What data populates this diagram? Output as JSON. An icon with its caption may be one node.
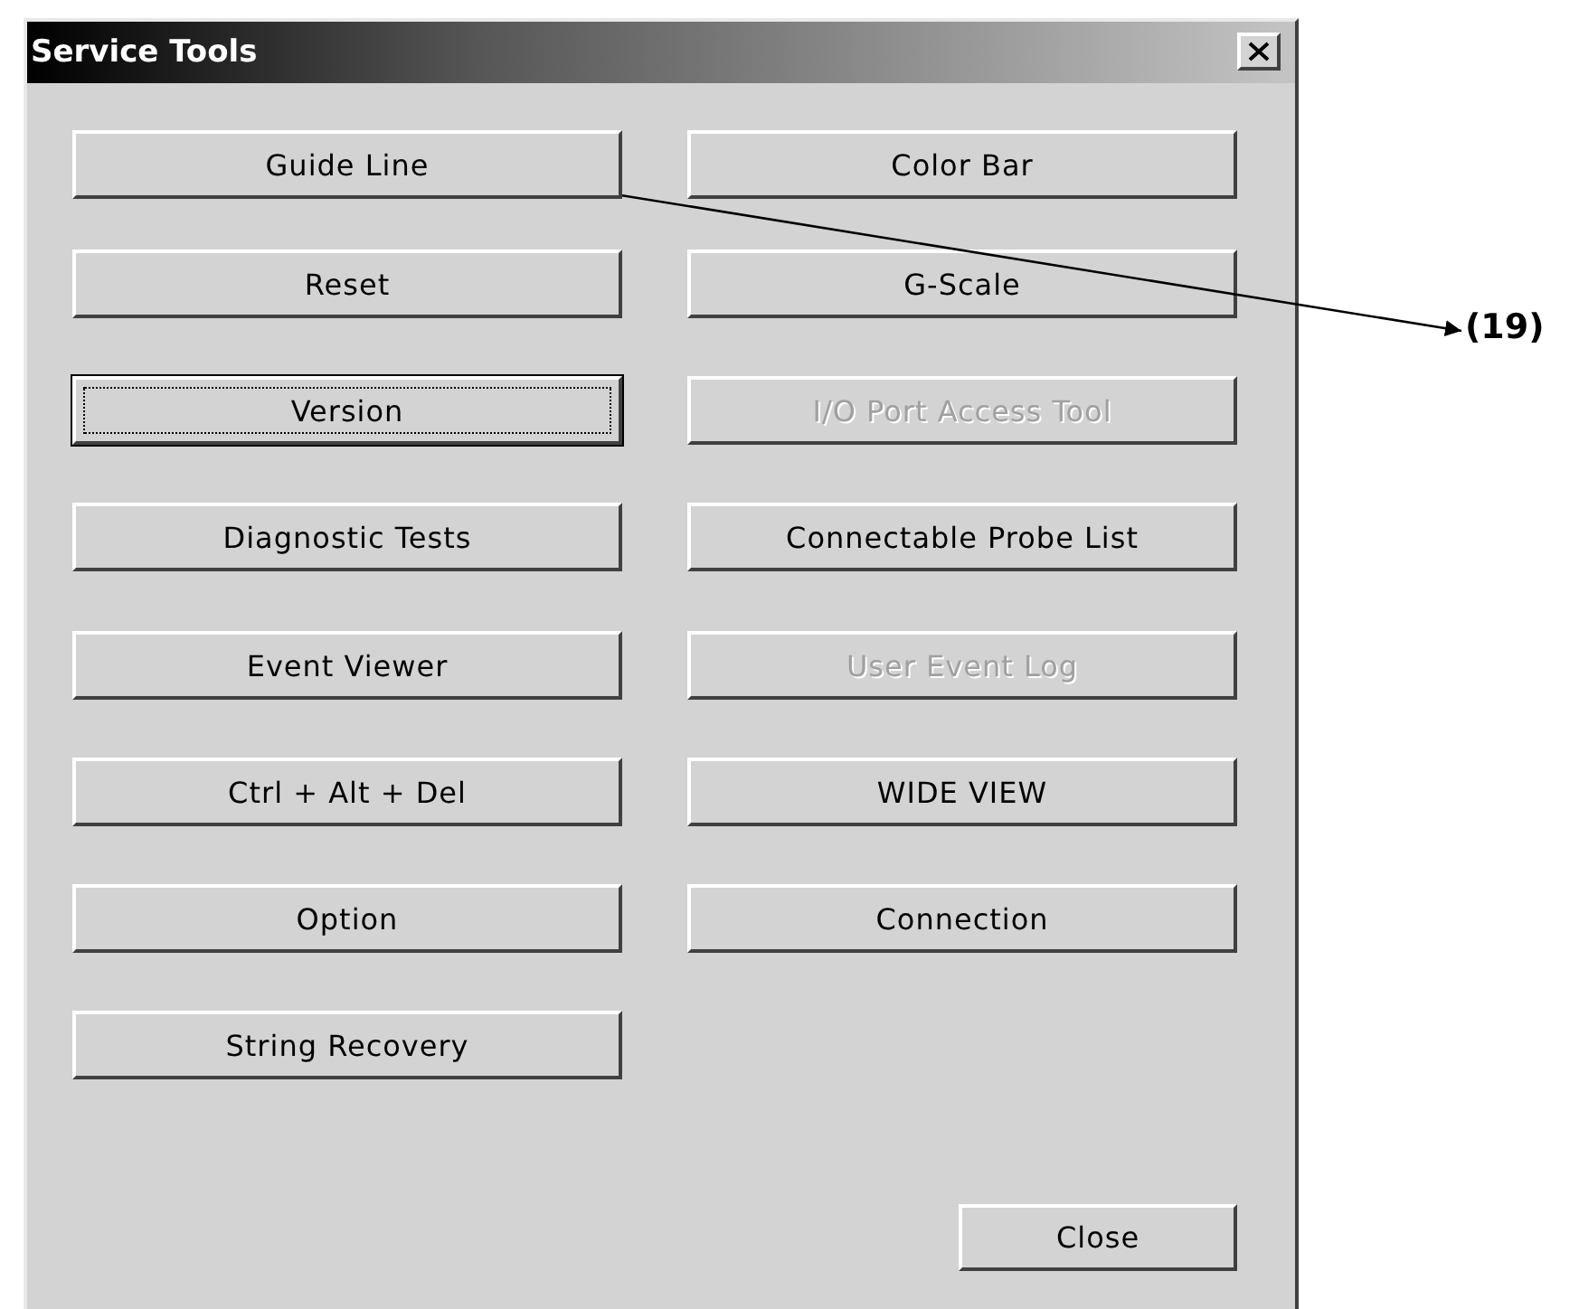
{
  "diagram": {
    "nodes": [
      {
        "text": [
          "Service Tools"
        ]
      },
      {
        "text": [
          "Guide Line"
        ],
        "in": 0
      },
      {
        "text": [
          "Color Bar"
        ],
        "in": 0
      },
      {
        "text": [
          "Reset"
        ],
        "in": 0
      },
      {
        "text": [
          "G-Scale"
        ],
        "in": 0
      },
      {
        "text": [
          "Version"
        ],
        "in": 0
      },
      {
        "text": [
          "I/O Port Access Tool"
        ],
        "in": 0
      },
      {
        "text": [
          "Diagnostic Tests"
        ],
        "in": 0
      },
      {
        "text": [
          "Connectable Probe List"
        ],
        "in": 0
      },
      {
        "text": [
          "Event Viewer"
        ],
        "in": 0
      },
      {
        "text": [
          "User Event Log"
        ],
        "in": 0
      },
      {
        "text": [
          "Ctrl + Alt + Del"
        ],
        "in": 0
      },
      {
        "text": [
          "WIDE VIEW"
        ],
        "in": 0
      },
      {
        "text": [
          "Option"
        ],
        "in": 0
      },
      {
        "text": [
          "Connection"
        ],
        "in": 0
      },
      {
        "text": [
          "String Recovery"
        ],
        "in": 0
      },
      {
        "text": [
          "Close"
        ],
        "in": 0
      },
      {
        "text": [
          "(19)"
        ]
      }
    ],
    "edges": [
      {
        "from": 1,
        "to": 17,
        "arrow": "to"
      }
    ]
  }
}
